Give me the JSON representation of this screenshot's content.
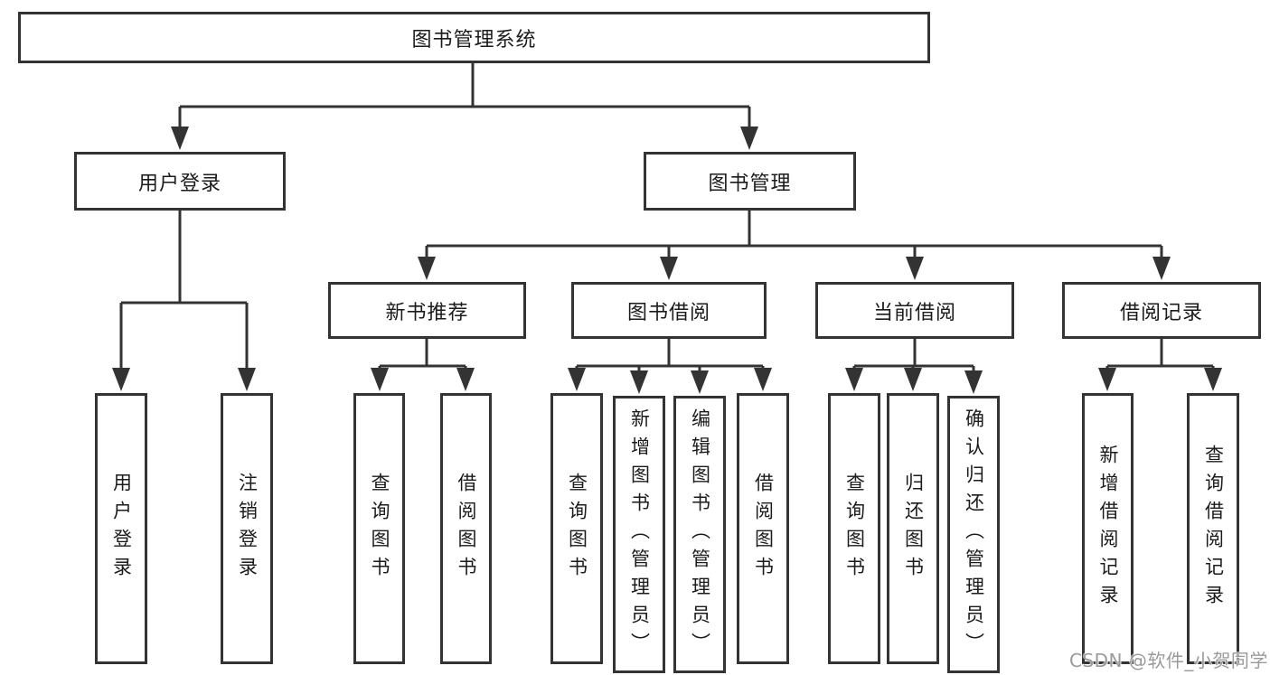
{
  "diagram_type": "hierarchy-tree",
  "watermark": "CSDN @软件_小贺同学",
  "colors": {
    "background": "#ffffff",
    "line": "#333333",
    "box_border": "#333333",
    "box_fill": "#ffffff",
    "text": "#1b1b1b",
    "watermark": "#9a9a9a"
  },
  "tree": {
    "label": "图书管理系统",
    "children": [
      {
        "label": "用户登录",
        "children": [
          {
            "label": "用户登录"
          },
          {
            "label": "注销登录"
          }
        ]
      },
      {
        "label": "图书管理",
        "children": [
          {
            "label": "新书推荐",
            "children": [
              {
                "label": "查询图书"
              },
              {
                "label": "借阅图书"
              }
            ]
          },
          {
            "label": "图书借阅",
            "children": [
              {
                "label": "查询图书"
              },
              {
                "label": "新增图书（管理员）"
              },
              {
                "label": "编辑图书（管理员）"
              },
              {
                "label": "借阅图书"
              }
            ]
          },
          {
            "label": "当前借阅",
            "children": [
              {
                "label": "查询图书"
              },
              {
                "label": "归还图书"
              },
              {
                "label": "确认归还（管理员）"
              }
            ]
          },
          {
            "label": "借阅记录",
            "children": [
              {
                "label": "新增借阅记录"
              },
              {
                "label": "查询借阅记录"
              }
            ]
          }
        ]
      }
    ]
  }
}
